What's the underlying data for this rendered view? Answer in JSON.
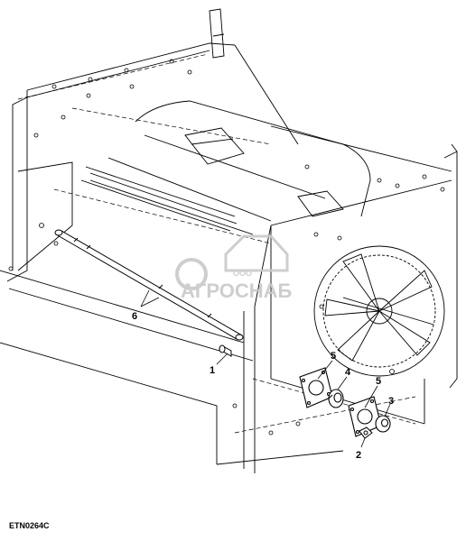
{
  "figure_code": "ETN0264C",
  "callouts": {
    "c1": "1",
    "c2": "2",
    "c3": "3",
    "c4": "4",
    "c5a": "5",
    "c5b": "5",
    "c6": "6"
  },
  "watermark": {
    "brand": "АГРОСНАБ",
    "prefix": "ООО"
  }
}
